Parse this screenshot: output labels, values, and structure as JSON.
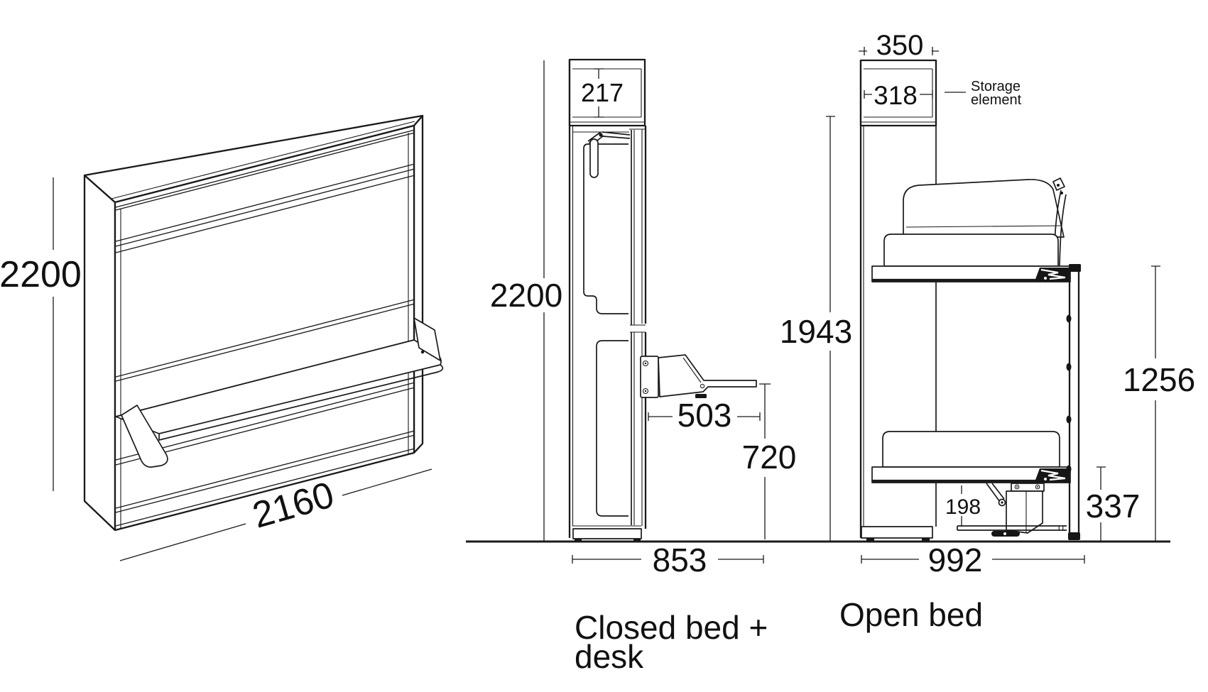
{
  "drawing": {
    "front_view": {
      "height": "2200",
      "width": "2160"
    },
    "closed_view": {
      "caption_line1": "Closed bed +",
      "caption_line2": "desk",
      "overall_height": "2200",
      "storage_inner_height": "217",
      "desk_depth": "503",
      "desk_surface_height": "720",
      "overall_depth": "853"
    },
    "open_view": {
      "caption": "Open bed",
      "cabinet_depth": "350",
      "storage_inner_width": "318",
      "storage_note_line1": "Storage",
      "storage_note_line2": "element",
      "clearance_height": "1943",
      "upper_bed_height": "1256",
      "under_bed_clearance": "198",
      "lower_bed_height": "337",
      "overall_depth": "992"
    }
  },
  "colors": {
    "line": "#1a1a1a",
    "background": "#ffffff"
  }
}
